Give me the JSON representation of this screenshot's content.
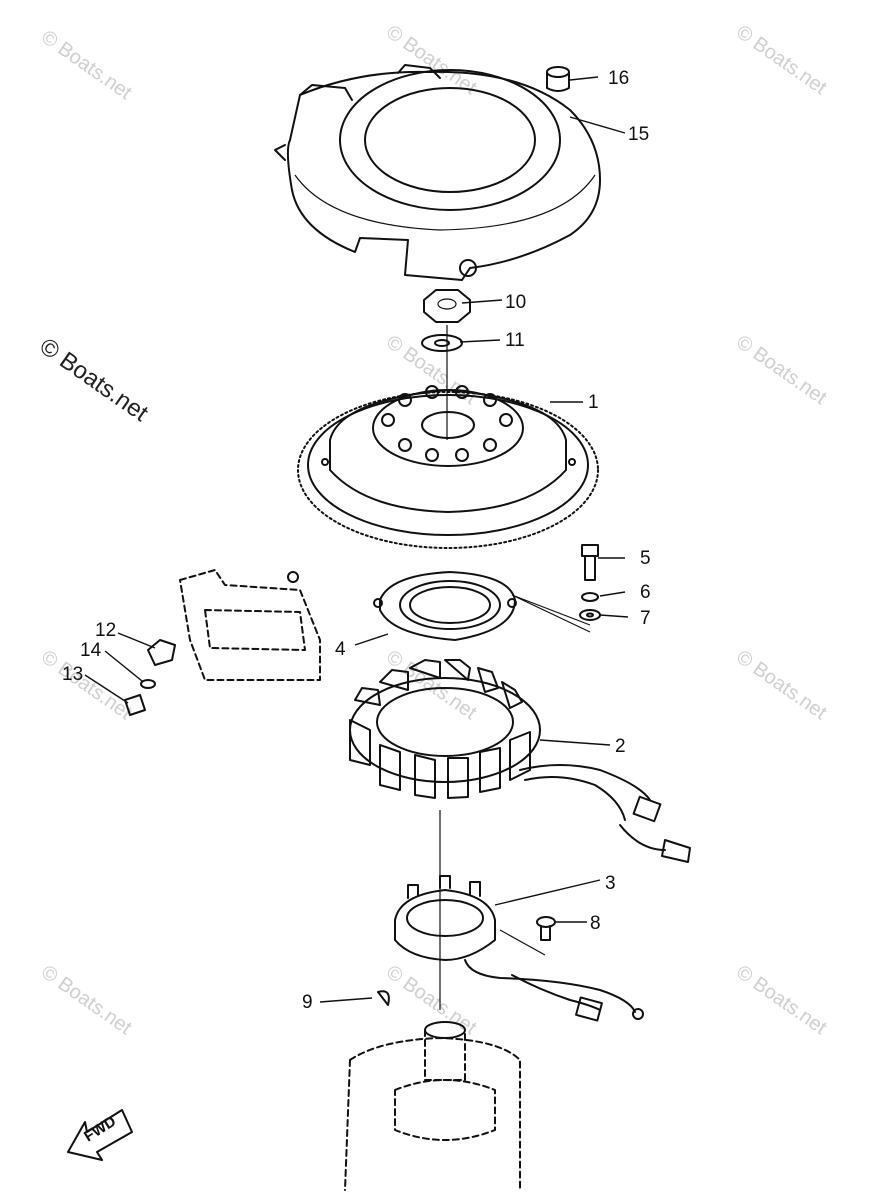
{
  "callouts": [
    {
      "id": "1",
      "label": "1"
    },
    {
      "id": "2",
      "label": "2"
    },
    {
      "id": "3",
      "label": "3"
    },
    {
      "id": "4",
      "label": "4"
    },
    {
      "id": "5",
      "label": "5"
    },
    {
      "id": "6",
      "label": "6"
    },
    {
      "id": "7",
      "label": "7"
    },
    {
      "id": "8",
      "label": "8"
    },
    {
      "id": "9",
      "label": "9"
    },
    {
      "id": "10",
      "label": "10"
    },
    {
      "id": "11",
      "label": "11"
    },
    {
      "id": "12",
      "label": "12"
    },
    {
      "id": "13",
      "label": "13"
    },
    {
      "id": "14",
      "label": "14"
    },
    {
      "id": "15",
      "label": "15"
    },
    {
      "id": "16",
      "label": "16"
    }
  ],
  "watermark": {
    "text": "© Boats.net"
  },
  "direction_badge": {
    "text": "FWD"
  }
}
